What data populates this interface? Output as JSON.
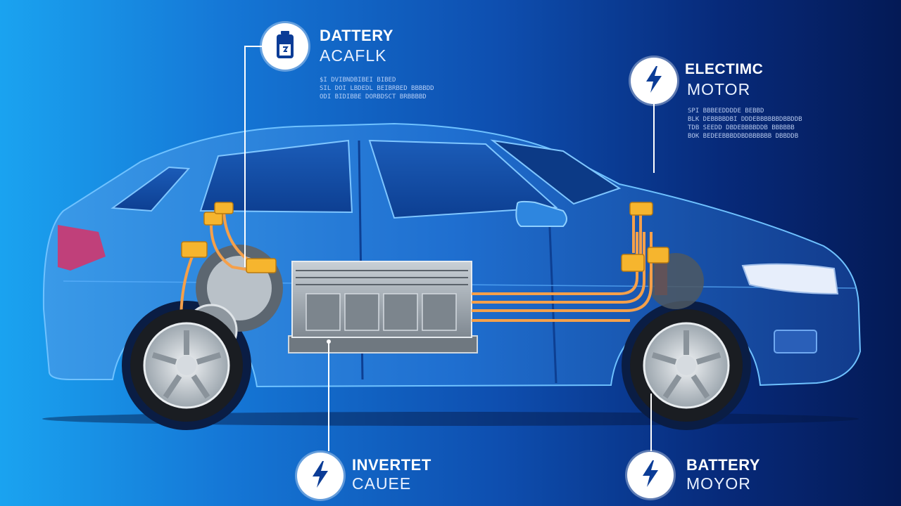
{
  "callouts": {
    "battery_pack": {
      "title": "DATTERY",
      "subtitle": "ACAFLK",
      "icon": "battery-icon",
      "detail_lines": [
        "$I DVIBNDBIBEI BIBED",
        "SIL DOI LBDEDL BEIBRBED BBBBDD",
        "ODI BIDIBBE DORBDSCT BRBBBBD"
      ]
    },
    "electric_motor": {
      "title": "ELECTIMC",
      "subtitle": "MOTOR",
      "icon": "lightning-bolt-icon",
      "detail_lines": [
        "SPI BBBEEDDDDE BEBBD",
        "BLK DEBBBBDBI DDDEBBBBBBDBBDDB",
        "TDB SEEDD DBDEBBBBDDB BBBBBB",
        "BOK BEDEEBBBDDBDBBBBBB DBBDDB"
      ]
    },
    "inverter_cable": {
      "title": "INVERTET",
      "subtitle": "CAUEE",
      "icon": "lightning-bolt-icon"
    },
    "battery_motor": {
      "title": "BATTERY",
      "subtitle": "MOYOR",
      "icon": "lightning-bolt-icon"
    }
  },
  "colors": {
    "background_left": "#1aa3f0",
    "background_right": "#041a56",
    "car_body": "#1f6fd0",
    "cable": "#f5a04a",
    "connector": "#f6b52e",
    "battery_pack": "#9aa3ad"
  }
}
